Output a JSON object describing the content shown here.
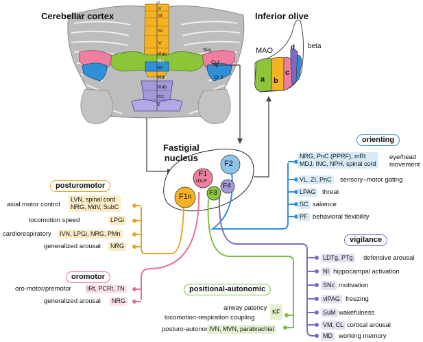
{
  "titles": {
    "cerebellar_cortex": "Cerebellar cortex",
    "inferior_olive": "Inferior olive",
    "fastigial_nucleus_1": "Fastigial",
    "fastigial_nucleus_2": "nucleus"
  },
  "lobules": [
    "I",
    "II",
    "III",
    "IV",
    "V",
    "VIab",
    "VIc",
    "VII",
    "VIII",
    "IXab",
    "IXc",
    "X"
  ],
  "cortex_side_labels": {
    "sim": "Sim",
    "cr1": "Cr I",
    "cr2": "Cr II"
  },
  "olive": {
    "mao": "MAO",
    "beta": "beta",
    "a": "a",
    "b": "b",
    "c": "c",
    "d": "d"
  },
  "nuclei": {
    "f1": "F1",
    "f1_sub": "rDLP",
    "f1r": "F1",
    "f1r_sub": "R",
    "f2": "F2",
    "f3": "F3",
    "f4": "F4"
  },
  "groups": {
    "orienting": {
      "header": "orienting",
      "color": "#2f8fd8",
      "rows": [
        {
          "box": [
            "NRG, PnC (PPRF), mRt",
            "MDJ, INC, NPH, spinal cord"
          ],
          "desc": [
            "eye/head",
            "movement"
          ]
        },
        {
          "box": [
            "VL, ZI, PnC"
          ],
          "desc": [
            "sensory–motor gating"
          ]
        },
        {
          "box": [
            "LPAG"
          ],
          "desc": [
            "threat"
          ]
        },
        {
          "box": [
            "SC"
          ],
          "desc": [
            "salience"
          ]
        },
        {
          "box": [
            "PF"
          ],
          "desc": [
            "behavioral flexibility"
          ]
        }
      ]
    },
    "posturomotor": {
      "header": "posturomotor",
      "color": "#e9a321",
      "rows": [
        {
          "desc": "axial motor control",
          "box": [
            "LVN, spinal cord",
            "NRG, MdV, SubC"
          ]
        },
        {
          "desc": "locomotion speed",
          "box": [
            "LPGi"
          ]
        },
        {
          "desc": "cardiorespiratory",
          "box": [
            "IVN, LPGi, NRG, PMn"
          ]
        },
        {
          "desc": "generalized arousal",
          "box": [
            "NRG"
          ]
        }
      ]
    },
    "oromotor": {
      "header": "oromotor",
      "color": "#e8708f",
      "rows": [
        {
          "desc": "oro-motor/premotor",
          "box": [
            "IRt, PCRt, 7N"
          ]
        },
        {
          "desc": "generalized arousal",
          "box": [
            "NRG"
          ]
        }
      ]
    },
    "positional_autonomic": {
      "header": "positional-autonomic",
      "color": "#7cbd42",
      "rows": [
        {
          "desc": "airway patency",
          "box": ""
        },
        {
          "desc": "locomotion-respiration coupling",
          "box": "KF"
        },
        {
          "desc": "posturo-autonomic",
          "box": "IVN, MVN, parabrachial"
        }
      ]
    },
    "vigilance": {
      "header": "vigilance",
      "color": "#7a6ac4",
      "rows": [
        {
          "box": "LDTg, PTg",
          "desc": "defensive arousal"
        },
        {
          "box": "NI",
          "desc": "hippocampal activation"
        },
        {
          "box": "SNc",
          "desc": "motivation"
        },
        {
          "box": "vlPAG",
          "desc": "freezing"
        },
        {
          "box": "SuM",
          "desc": "wakefulness"
        },
        {
          "box": "VM, CL",
          "desc": "cortical arousal"
        },
        {
          "box": "MD",
          "desc": "working memory"
        }
      ]
    }
  }
}
